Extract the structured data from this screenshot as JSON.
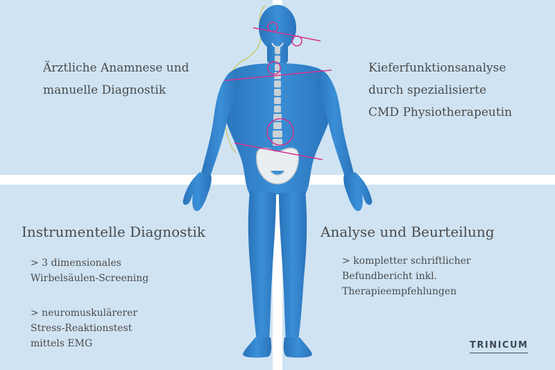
{
  "panels": {
    "top_left": {
      "lines": [
        "Ärztliche Anamnese und",
        "manuelle Diagnostik"
      ]
    },
    "top_right": {
      "lines": [
        "Kieferfunktionsanalyse",
        "durch spezialisierte",
        "CMD Physiotherapeutin"
      ]
    },
    "bottom_left": {
      "heading": "Instrumentelle Diagnostik",
      "bullets": [
        [
          "> 3 dimensionales",
          "Wirbelsäulen-Screening"
        ],
        [
          "> neuromuskulärerer",
          "Stress-Reaktionstest",
          "mittels EMG"
        ]
      ]
    },
    "bottom_right": {
      "heading": "Analyse und Beurteilung",
      "bullets": [
        [
          "> kompletter schriftlicher",
          "Befundbericht inkl.",
          "Therapieempfehlungen"
        ]
      ]
    }
  },
  "logo": {
    "text": "TRINICUM"
  },
  "colors": {
    "panel_bg": "#cfe3f3",
    "body": "#2f7ec6",
    "body_dark": "#1f66ad",
    "spine": "#c9d2d8",
    "marker": "#d6318c",
    "outline": "#c9c96b",
    "text": "#4a4a4a"
  }
}
